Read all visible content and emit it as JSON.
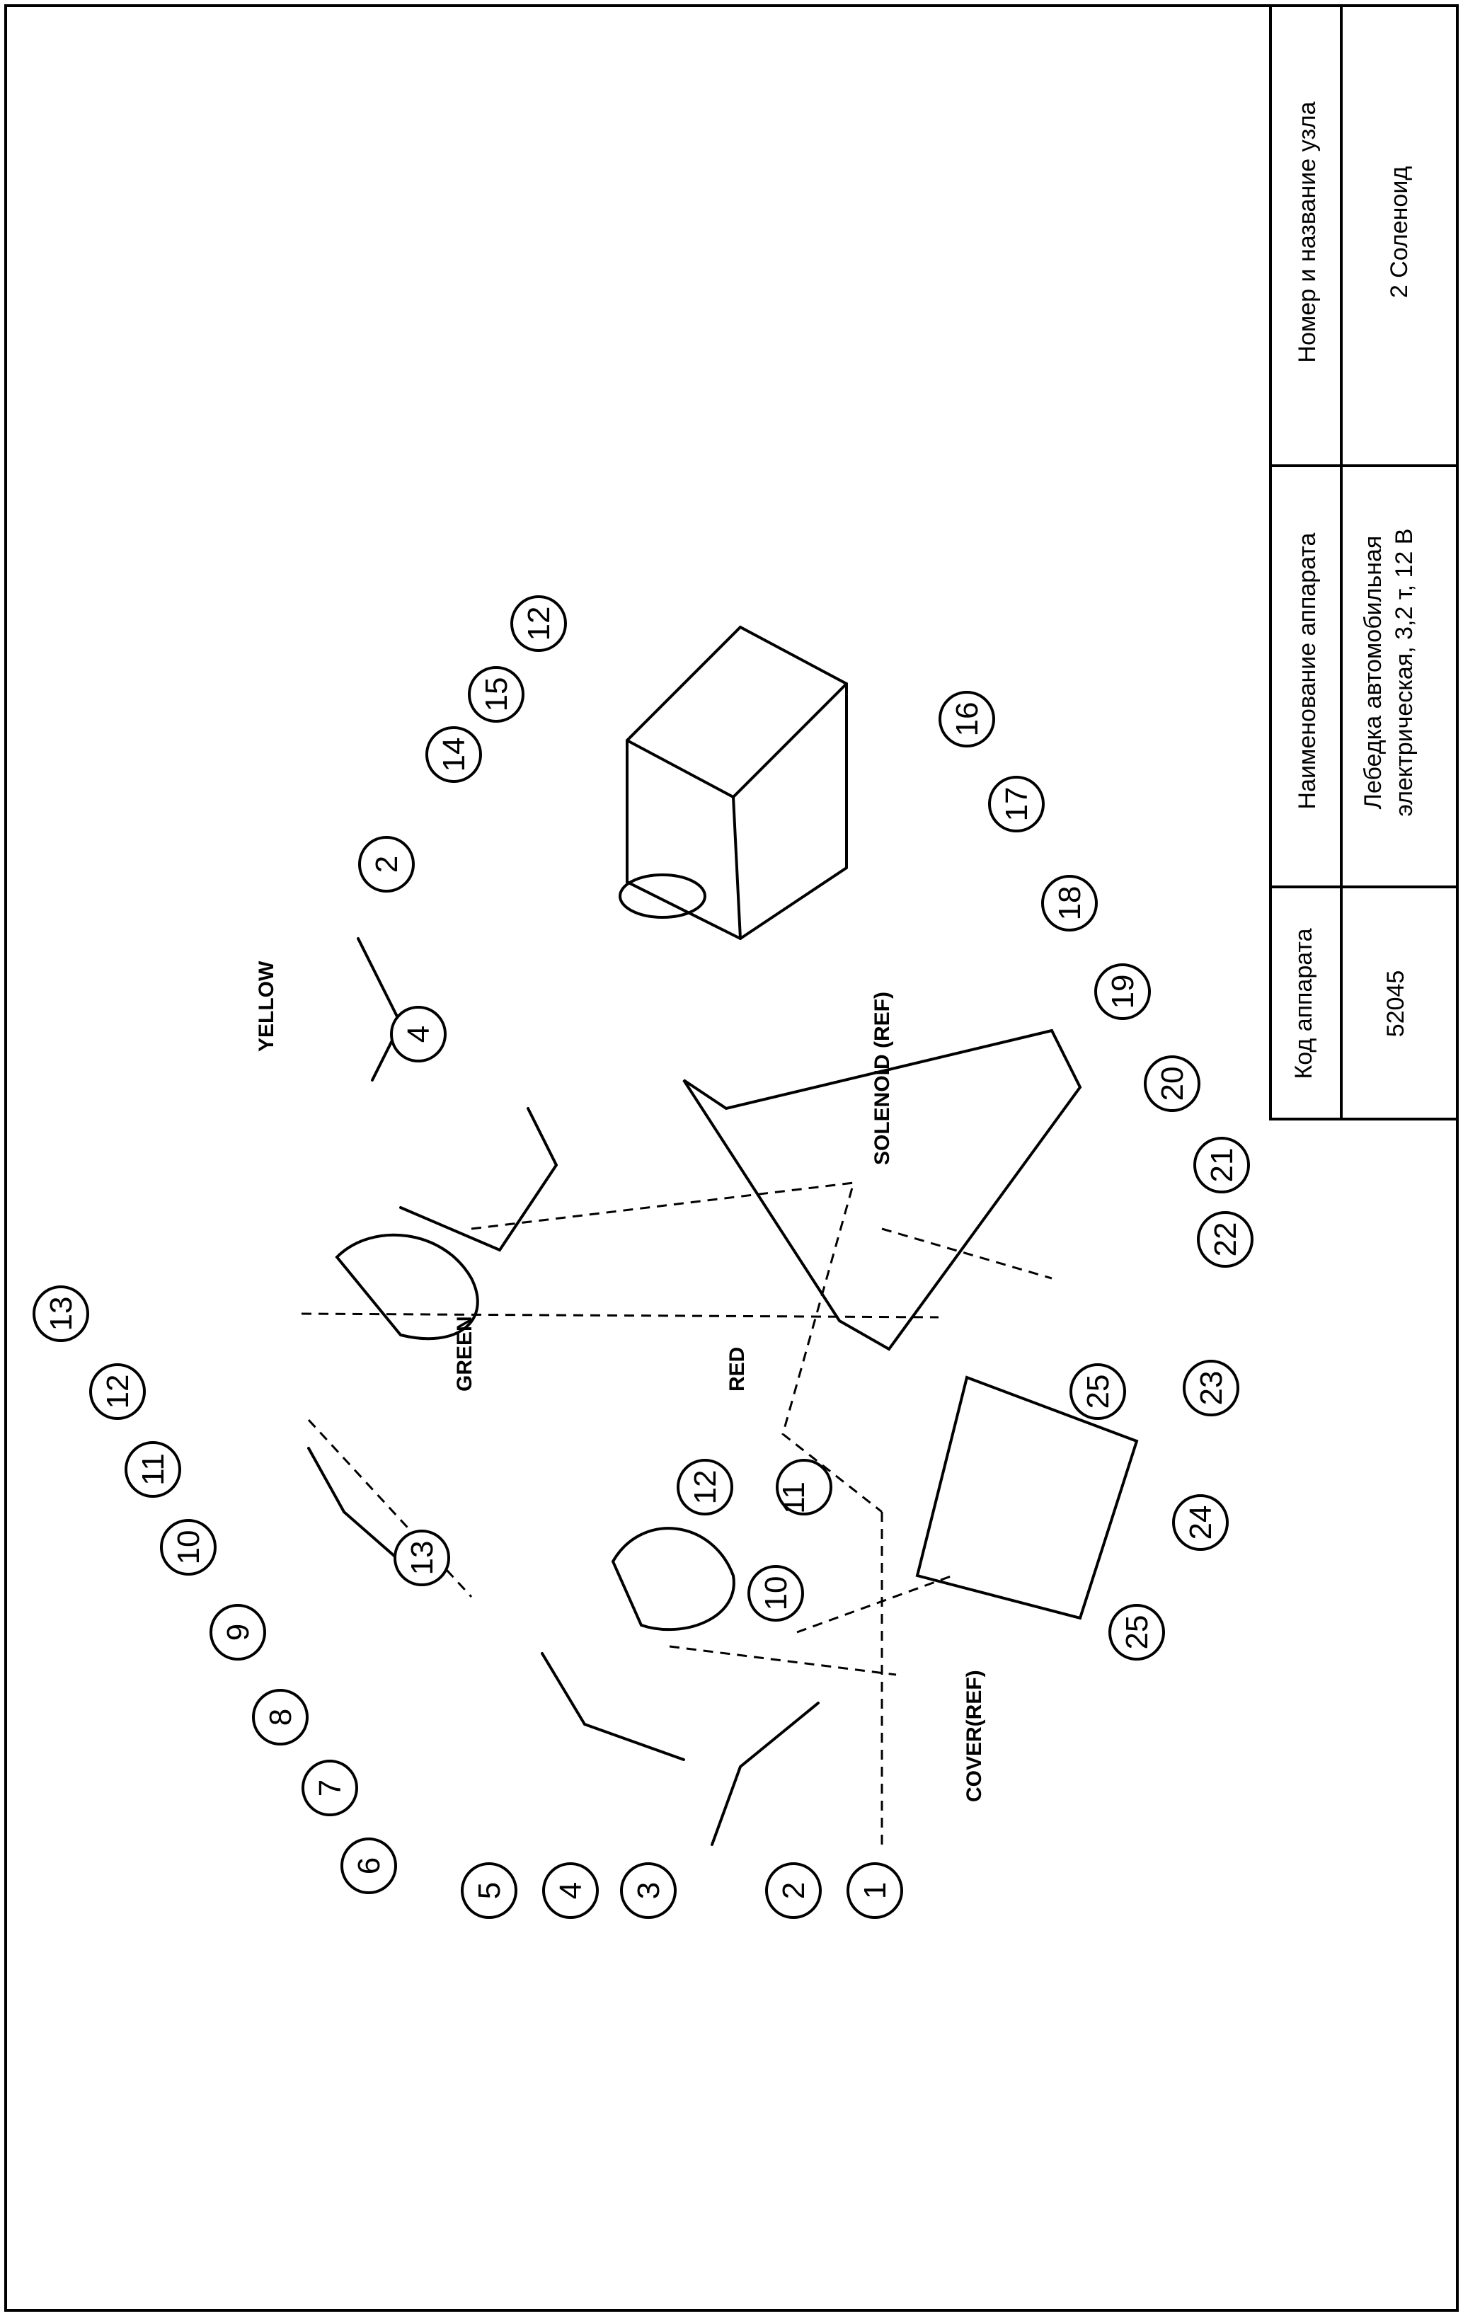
{
  "title_block": {
    "col1_header": "Код аппарата",
    "col1_value": "52045",
    "col2_header": "Наименование аппарата",
    "col2_value": "Лебедка автомобильная\nэлектрическая, 3,2 т, 12 В",
    "col3_header": "Номер и название узла",
    "col3_value": "2 Соленоид"
  },
  "callouts": [
    "1",
    "2",
    "3",
    "4",
    "5",
    "6",
    "7",
    "8",
    "9",
    "10",
    "11",
    "12",
    "13",
    "14",
    "15",
    "16",
    "17",
    "18",
    "19",
    "20",
    "21",
    "22",
    "23",
    "24",
    "25"
  ],
  "labels": {
    "yellow": "YELLOW",
    "green": "GREEN",
    "red": "RED",
    "solenoid_ref": "SOLENOID (REF)",
    "cover_ref": "COVER(REF)"
  }
}
